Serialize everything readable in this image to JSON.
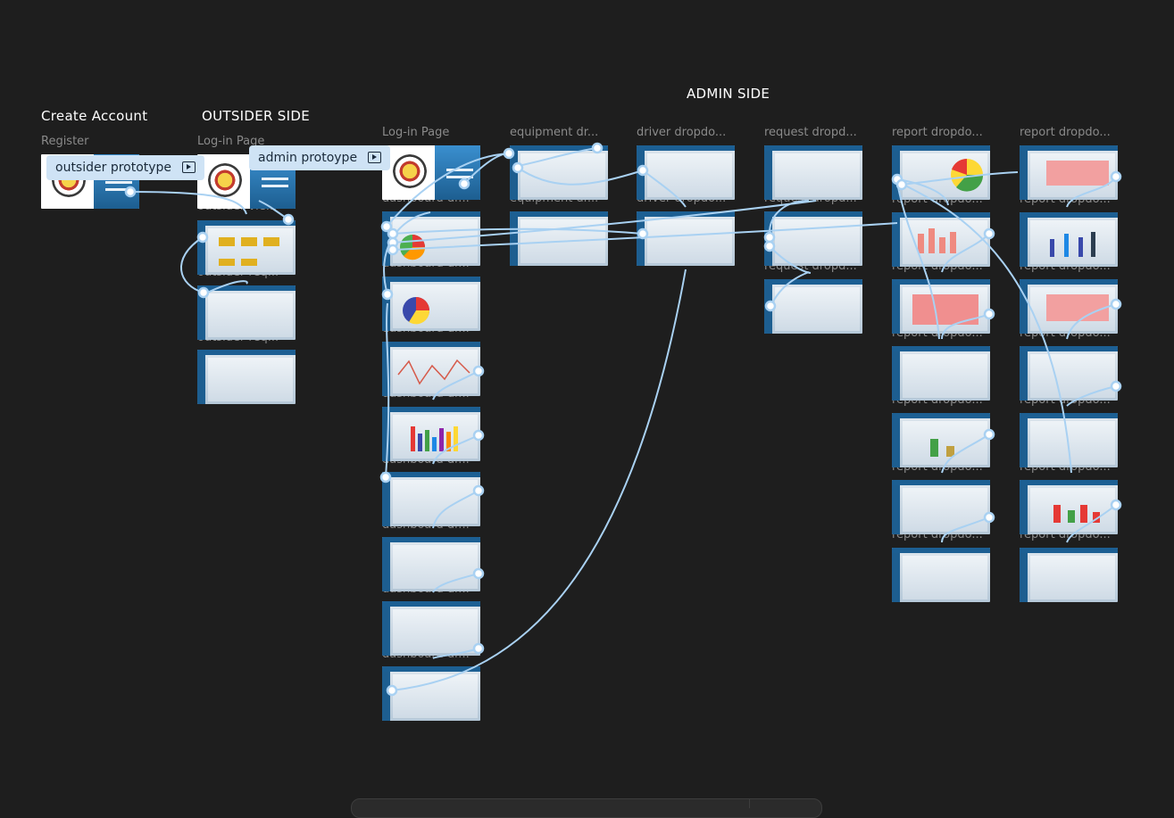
{
  "headings": {
    "create_account": "Create Account",
    "outsider_side": "OUTSIDER SIDE",
    "admin_side": "ADMIN SIDE"
  },
  "flows": {
    "outsider_prototype": "outsider prototype",
    "admin_prototype": "admin protoype"
  },
  "frame_labels": {
    "register": "Register",
    "outsider_login": "Log-in Page",
    "outsider_view": "outsider vie...",
    "outsider_req_1": "outsider req...",
    "outsider_req_2": "outsider req...",
    "admin_login": "Log-in Page",
    "dashboard": "dashboard dr...",
    "equipment": "equipment dr...",
    "driver": "driver dropdo...",
    "request": "request dropd...",
    "report": "report dropdo..."
  },
  "icons": {
    "play": "play-prototype-icon",
    "logo": "city-seal-logo"
  }
}
